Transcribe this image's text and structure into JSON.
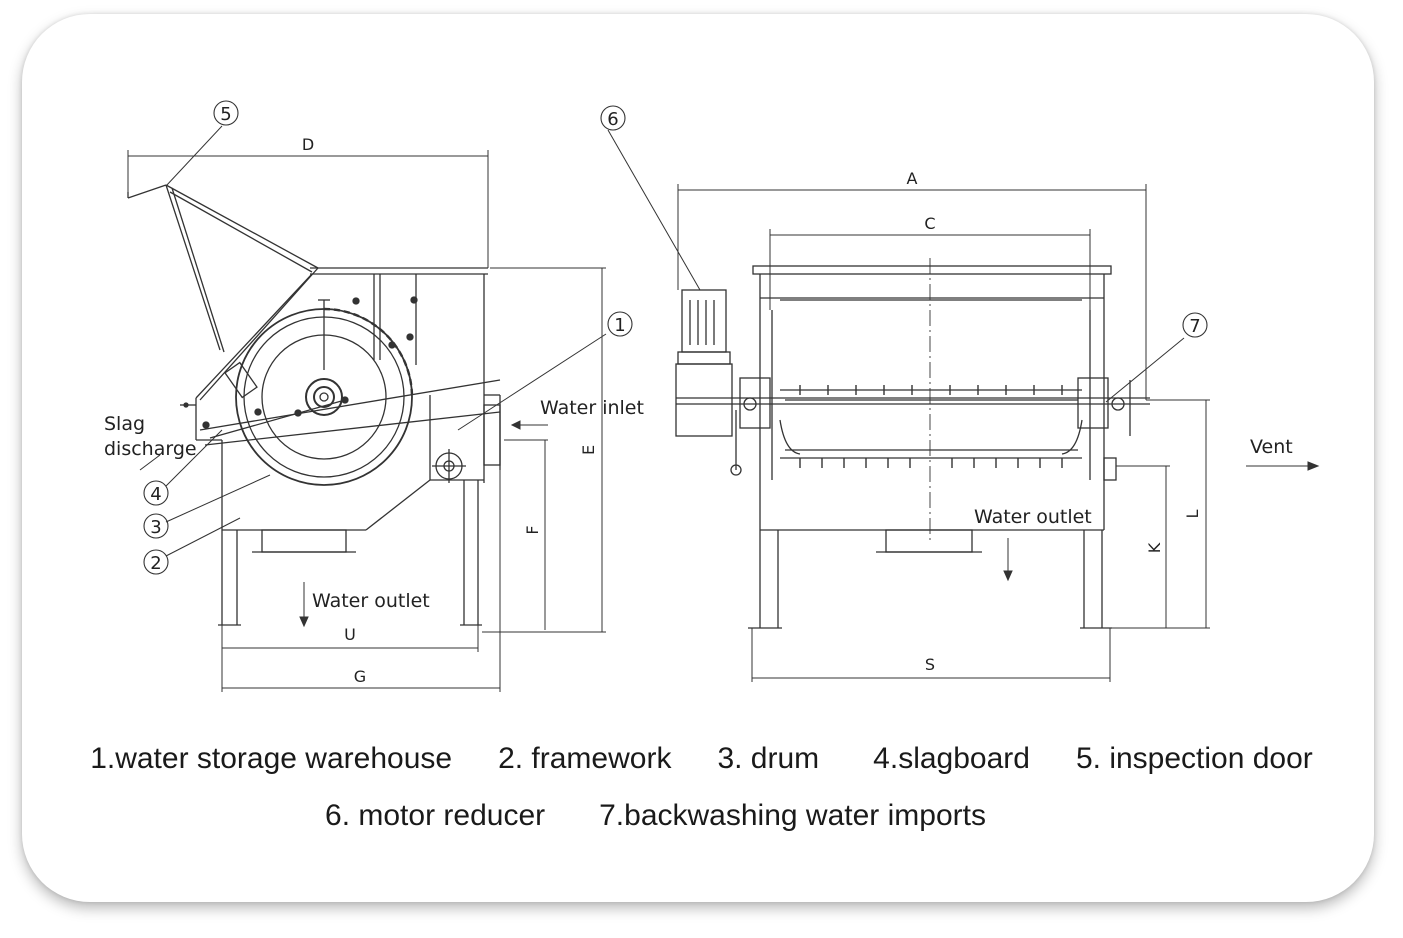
{
  "callouts": {
    "c1": "1",
    "c2": "2",
    "c3": "3",
    "c4": "4",
    "c5": "5",
    "c6": "6",
    "c7": "7"
  },
  "annotations": {
    "slag_line1": "Slag",
    "slag_line2": "discharge",
    "water_inlet": "Water inlet",
    "water_outlet_left": "Water outlet",
    "water_outlet_right": "Water outlet",
    "vent": "Vent"
  },
  "dimensions": {
    "A": "A",
    "C": "C",
    "D": "D",
    "E": "E",
    "F": "F",
    "G": "G",
    "U": "U",
    "S": "S",
    "K": "K",
    "L": "L"
  },
  "legend": {
    "item1": "1.water storage warehouse",
    "item2": "2. framework",
    "item3": "3. drum",
    "item4": "4.slagboard",
    "item5": "5. inspection door",
    "item6": "6. motor reducer",
    "item7": "7.backwashing water imports"
  }
}
